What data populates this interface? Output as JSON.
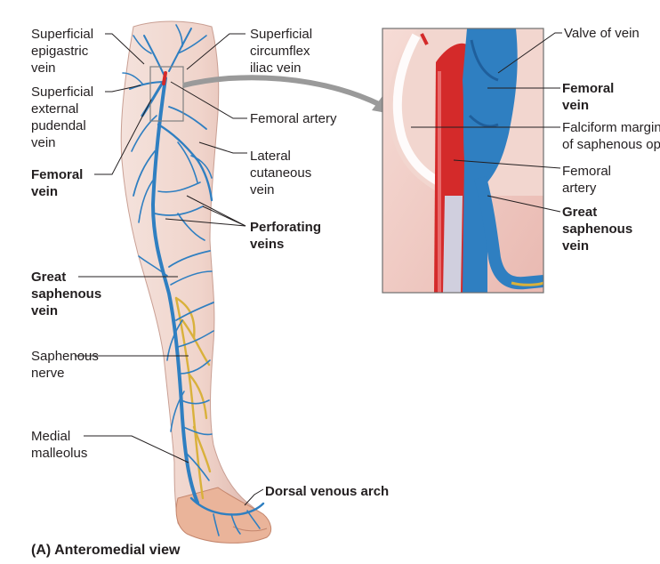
{
  "labels": {
    "superficial_epigastric_vein": "Superficial\nepigastric\nvein",
    "superficial_circumflex_iliac_vein": "Superficial\ncircumflex\niliac vein",
    "superficial_external_pudendal_vein": "Superficial\nexternal\npudendal\nvein",
    "femoral_artery": "Femoral artery",
    "femoral_vein": "Femoral\nvein",
    "lateral_cutaneous_vein": "Lateral\ncutaneous\nvein",
    "perforating_veins": "Perforating\nveins",
    "great_saphenous_vein": "Great\nsaphenous\nvein",
    "saphenous_nerve": "Saphenous\nnerve",
    "medial_malleolus": "Medial\nmalleolus",
    "dorsal_venous_arch": "Dorsal venous arch",
    "caption": "(A) Anteromedial view"
  },
  "inset_labels": {
    "valve_of_vein": "Valve of vein",
    "femoral_vein": "Femoral\nvein",
    "falciform_margin": "Falciform margin\nof saphenous opening",
    "femoral_artery": "Femoral\nartery",
    "great_saphenous_vein": "Great\nsaphenous\nvein"
  },
  "colors": {
    "vein": "#2f7fc1",
    "vein_dark": "#1f5f9c",
    "artery": "#d42a2a",
    "nerve": "#d9b13b",
    "skin": "#f1d9d2",
    "skin_shadow": "#dcb7ad",
    "leader": "#231f20"
  }
}
